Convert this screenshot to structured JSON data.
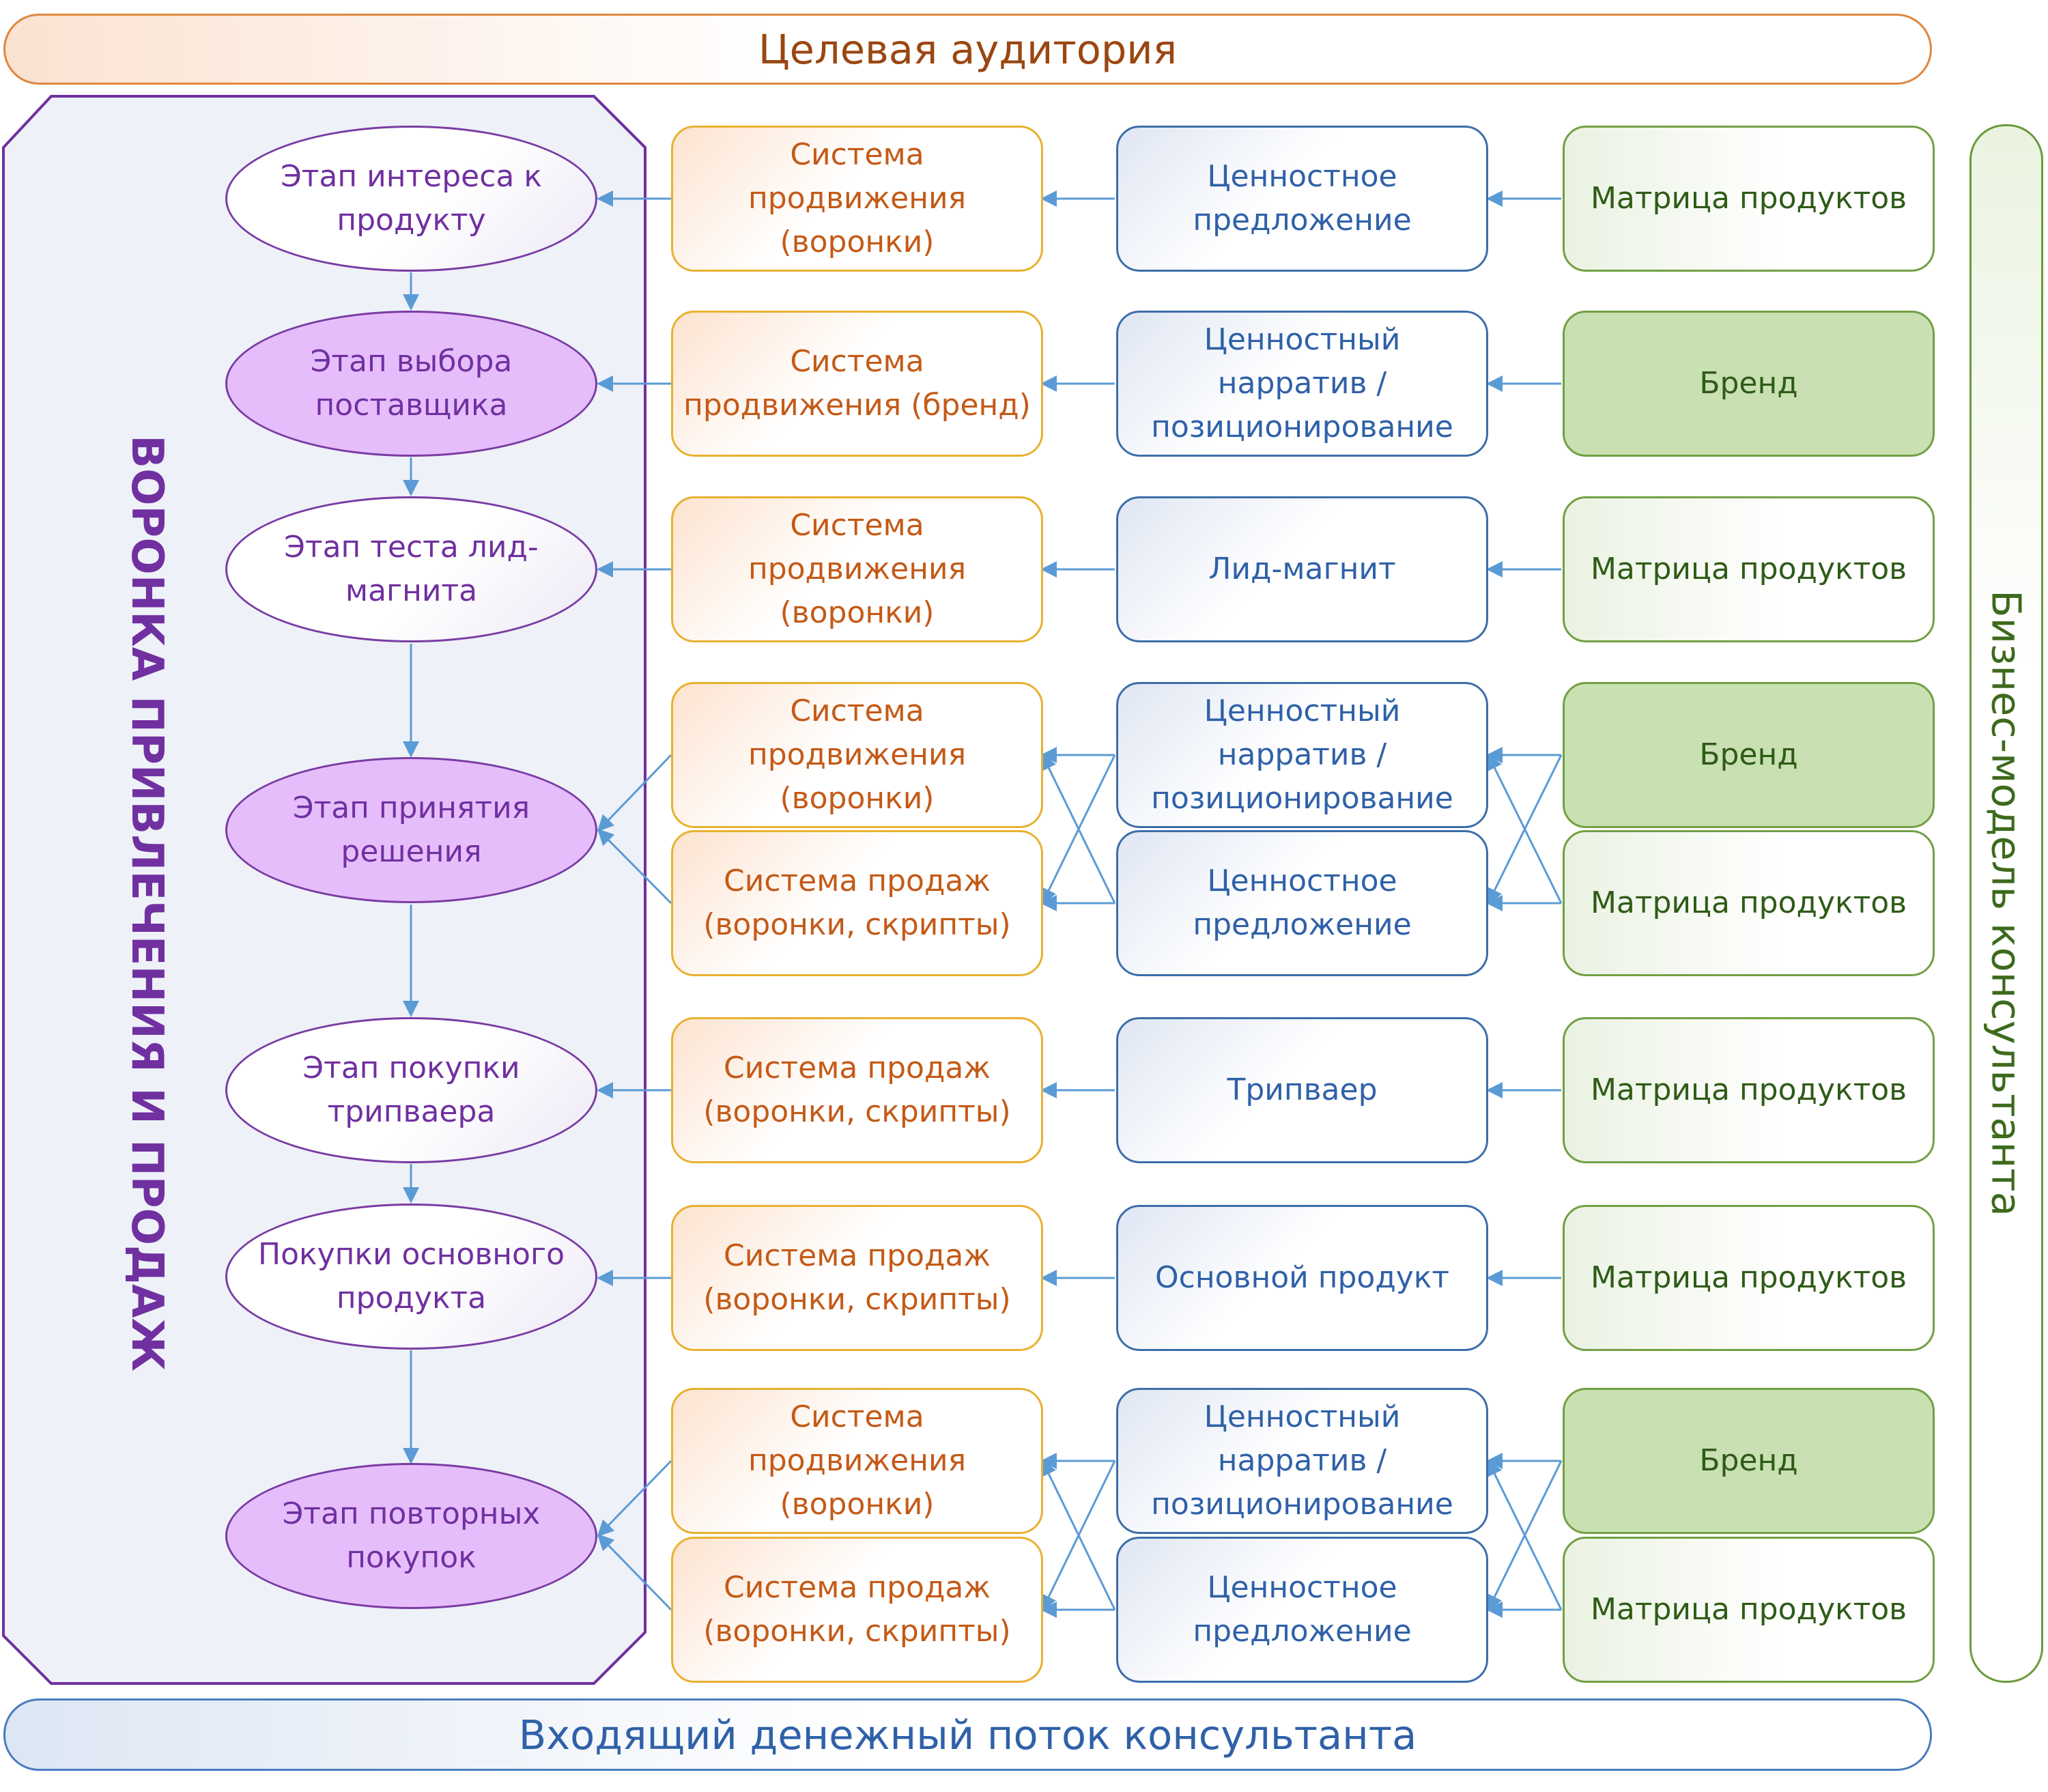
{
  "header": {
    "label": "Целевая аудитория"
  },
  "footer": {
    "label": "Входящий денежный поток консультанта"
  },
  "right_side": {
    "label": "Бизнес-модель консультанта"
  },
  "funnel": {
    "label": "ВОРОНКА ПРИВЛЕЧЕНИЯ И ПРОДАЖ",
    "stages": [
      {
        "label": "Этап интереса к продукту",
        "highlighted": false
      },
      {
        "label": "Этап выбора поставщика",
        "highlighted": true
      },
      {
        "label": "Этап теста лид-магнита",
        "highlighted": false
      },
      {
        "label": "Этап принятия решения",
        "highlighted": true
      },
      {
        "label": "Этап покупки трипваера",
        "highlighted": false
      },
      {
        "label": "Покупки основного продукта",
        "highlighted": false
      },
      {
        "label": "Этап повторных покупок",
        "highlighted": true
      }
    ]
  },
  "boxes": {
    "r1": {
      "orange": "Система продвижения (воронки)",
      "blue": "Ценностное предложение",
      "green": "Матрица продуктов"
    },
    "r2": {
      "orange": "Система продвижения (бренд)",
      "blue": "Ценностный нарратив / позиционирование",
      "green": "Бренд"
    },
    "r3": {
      "orange": "Система продвижения (воронки)",
      "blue": "Лид-магнит",
      "green": "Матрица продуктов"
    },
    "r4a": {
      "orange": "Система продвижения (воронки)",
      "blue": "Ценностный нарратив / позиционирование",
      "green": "Бренд"
    },
    "r4b": {
      "orange": "Система продаж (воронки, скрипты)",
      "blue": "Ценностное предложение",
      "green": "Матрица продуктов"
    },
    "r5": {
      "orange": "Система продаж (воронки, скрипты)",
      "blue": "Трипваер",
      "green": "Матрица продуктов"
    },
    "r6": {
      "orange": "Система продаж (воронки, скрипты)",
      "blue": "Основной продукт",
      "green": "Матрица продуктов"
    },
    "r7a": {
      "orange": "Система продвижения (воронки)",
      "blue": "Ценностный нарратив / позиционирование",
      "green": "Бренд"
    },
    "r7b": {
      "orange": "Система продаж (воронки, скрипты)",
      "blue": "Ценностное предложение",
      "green": "Матрица продуктов"
    }
  },
  "colors": {
    "funnel_outline": "#7030a0",
    "stage_highlight": "#e6bdfb",
    "brand_fill": "#c9e0b3",
    "arrow": "#5b9bd5"
  }
}
